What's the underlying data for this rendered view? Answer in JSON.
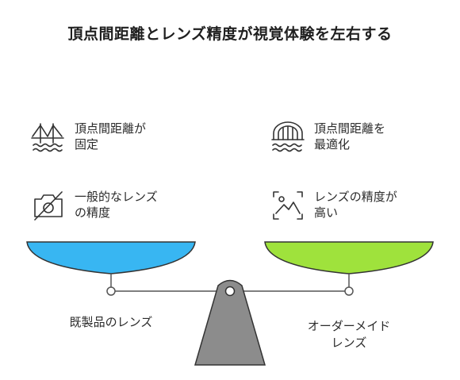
{
  "title": "頂点間距離とレンズ精度が視覚体験を左右する",
  "left": {
    "features": [
      {
        "text": "頂点間距離が\n固定",
        "icon": "fixed-bridge-icon"
      },
      {
        "text": "一般的なレンズ\nの精度",
        "icon": "camera-off-icon"
      }
    ],
    "caption": "既製品のレンズ",
    "color": "#38b6f2"
  },
  "right": {
    "features": [
      {
        "text": "頂点間距離を\n最適化",
        "icon": "arch-bridge-icon"
      },
      {
        "text": "レンズの精度が\n高い",
        "icon": "image-focus-icon"
      }
    ],
    "caption": "オーダーメイド\nレンズ",
    "color": "#9fe23c"
  },
  "colors": {
    "fulcrum": "#8c8c8c",
    "beam": "#555555"
  }
}
